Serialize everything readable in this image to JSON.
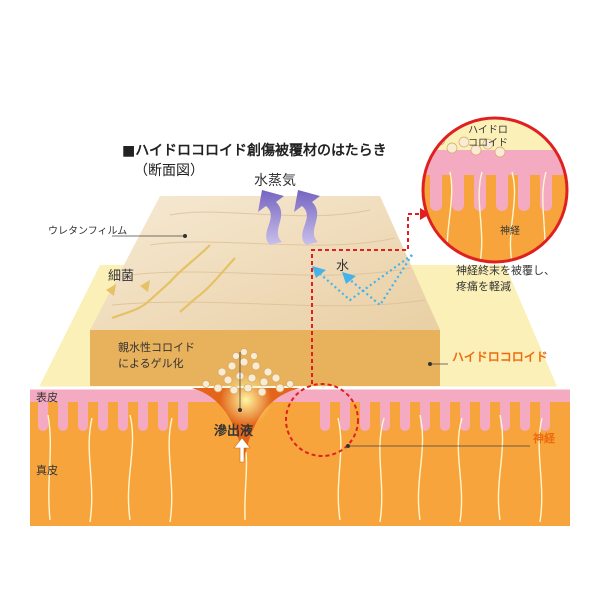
{
  "title": "■ハイドロコロイド創傷被覆材のはたらき",
  "subtitle": "（断面図）",
  "labels": {
    "urethane_film": "ウレタンフィルム",
    "bacteria": "細菌",
    "water_vapor": "水蒸気",
    "water": "水",
    "gel_line1": "親水性コロイド",
    "gel_line2": "によるゲル化",
    "hydrocolloid": "ハイドロコロイド",
    "epidermis": "表皮",
    "exudate": "滲出液",
    "nerve": "神経",
    "dermis": "真皮"
  },
  "inset": {
    "hydro_line1": "ハイドロ",
    "hydro_line2": "コロイド",
    "nerve": "神経",
    "note_line1": "神経終末を被覆し、",
    "note_line2": "疼痛を軽減"
  },
  "colors": {
    "background": "#ffffff",
    "dermis": "#f7a43c",
    "epidermis": "#f4aac0",
    "hydrocolloid": "#e8b15c",
    "film": "#f1e0c4",
    "glow": "#fbf0b8",
    "accent_red": "#e02020",
    "water_blue": "#45b3ea",
    "vapor_purple": "#8e7ec9",
    "bacteria_yellow": "#e5c265",
    "label_orange": "#ee6a10"
  }
}
